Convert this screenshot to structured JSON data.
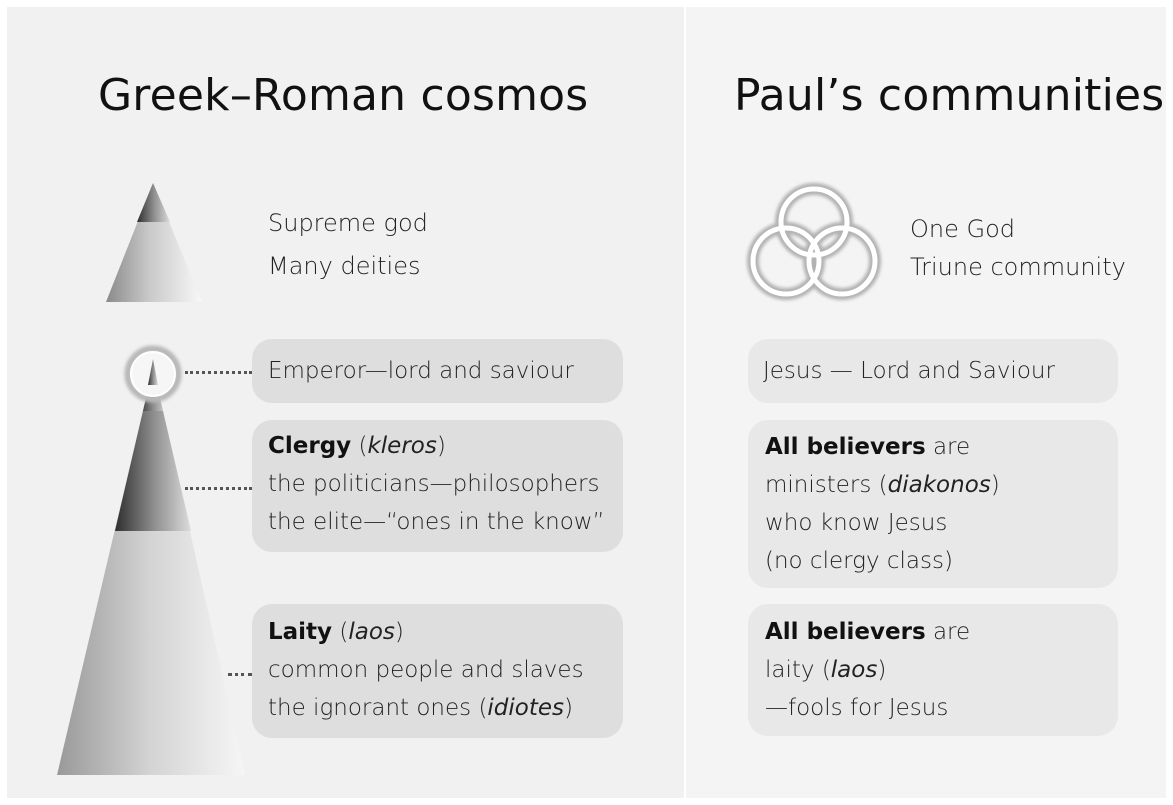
{
  "left": {
    "title": "Greek–Roman cosmos",
    "top_labels": [
      "Supreme god",
      "Many deities"
    ],
    "emperor": "Emperor—lord and saviour",
    "clergy": {
      "heading": "Clergy",
      "term_open": " (",
      "term": "kleros",
      "term_close": ")",
      "lines": [
        "the politicians—philosophers",
        "the elite—“ones in the know”"
      ]
    },
    "laity": {
      "heading": "Laity",
      "term_open": " (",
      "term": "laos",
      "term_close": ")",
      "line1": "common people and slaves",
      "line2_pre": "the ignorant ones (",
      "line2_term": "idiotes",
      "line2_post": ")"
    }
  },
  "right": {
    "title": "Paul’s communities",
    "top_labels": [
      "One God",
      "Triune community"
    ],
    "jesus": "Jesus — Lord and Saviour",
    "ministers": {
      "heading": "All believers",
      "heading_tail": " are",
      "line2_pre": "ministers (",
      "line2_term": "diakonos",
      "line2_post": ")",
      "line3": "who know Jesus",
      "line4": "(no clergy class)"
    },
    "laity": {
      "heading": "All believers",
      "heading_tail": " are",
      "line2_pre": "laity (",
      "line2_term": "laos",
      "line2_post": ")",
      "line3": "—fools for Jesus"
    }
  },
  "colors": {
    "panel_left": "#f1f1f1",
    "panel_right": "#f4f4f4",
    "box_left": "#dedede",
    "box_right": "#e8e8e8",
    "text": "#1a1a1a"
  }
}
